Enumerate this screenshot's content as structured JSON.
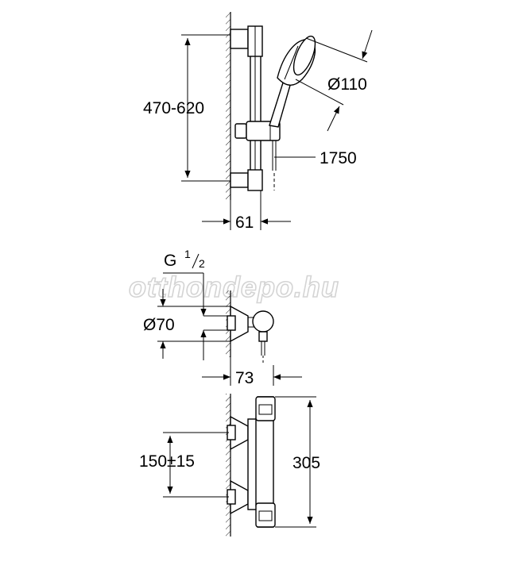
{
  "watermark": "otthondepo.hu",
  "dimensions": {
    "rail_height": "470-620",
    "head_diameter": "Ø110",
    "hose_length": "1750",
    "rail_depth": "61",
    "thread_prefix": "G",
    "thread_num": "1",
    "thread_den": "2",
    "connector_diameter": "Ø70",
    "mixer_depth": "73",
    "inlet_spacing": "150±15",
    "mixer_length": "305"
  }
}
